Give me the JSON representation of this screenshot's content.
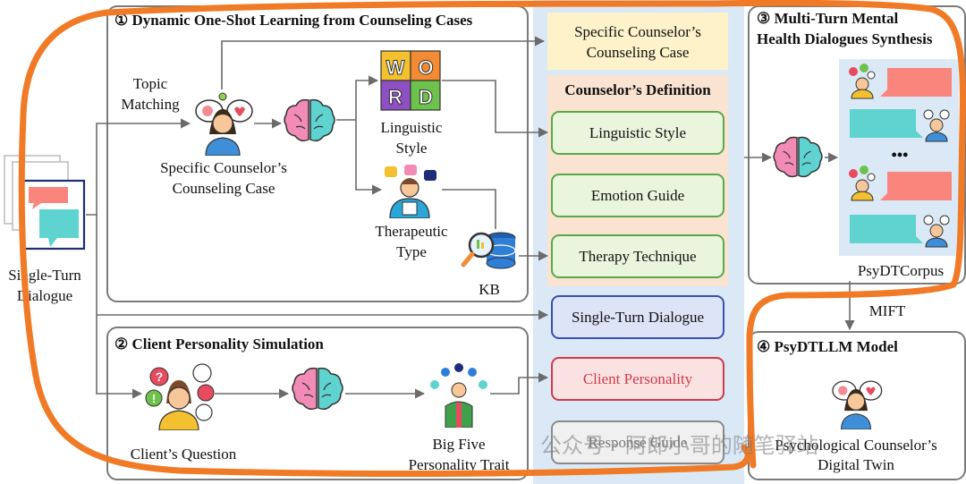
{
  "single_turn_input": {
    "label_line1": "Single-Turn",
    "label_line2": "Dialogue"
  },
  "panel1": {
    "title": "① Dynamic One-Shot Learning from Counseling Cases",
    "topic_matching_line1": "Topic",
    "topic_matching_line2": "Matching",
    "counselor_case_line1": "Specific Counselor’s",
    "counselor_case_line2": "Counseling Case",
    "linguistic_line1": "Linguistic",
    "linguistic_line2": "Style",
    "therapeutic_line1": "Therapeutic",
    "therapeutic_line2": "Type",
    "kb_label": "KB",
    "word_tiles": [
      "W",
      "O",
      "R",
      "D"
    ]
  },
  "panel2": {
    "title": "② Client Personality Simulation",
    "client_question": "Client’s Question",
    "big_five_line1": "Big Five",
    "big_five_line2": "Personality Trait"
  },
  "center": {
    "case_line1": "Specific Counselor’s",
    "case_line2": "Counseling Case",
    "definition_title": "Counselor’s Definition",
    "definition_items": [
      "Linguistic Style",
      "Emotion Guide",
      "Therapy Technique"
    ],
    "single_turn": "Single-Turn Dialogue",
    "client_personality": "Client Personality",
    "response_guide": "Response Guide"
  },
  "panel3": {
    "title_line1": "③ Multi-Turn Mental",
    "title_line2": "Health Dialogues Synthesis",
    "ellipsis": "•••",
    "corpus": "PsyDTCorpus"
  },
  "mift_label": "MIFT",
  "panel4": {
    "title": "④ PsyDTLLM Model",
    "output_line1": "Psychological Counselor’s",
    "output_line2": "Digital Twin"
  },
  "watermark": "公众号 · 阿郎小哥的随笔驿站",
  "colors": {
    "center_strip": "#dbe9f7",
    "case_box": "#fdf2c9",
    "definition_bg": "#fbe3d1",
    "green_border": "#5aa84a",
    "green_fill": "#e9f5dc",
    "blue_border": "#3a4fb0",
    "blue_fill": "#dde4f7",
    "red_border": "#d03a4a",
    "red_fill": "#fbe2e2",
    "gray_border": "#8a8a8a",
    "annotation_orange": "#f07a25",
    "chat_salmon": "#f9857d",
    "chat_teal": "#5ed3cf"
  }
}
